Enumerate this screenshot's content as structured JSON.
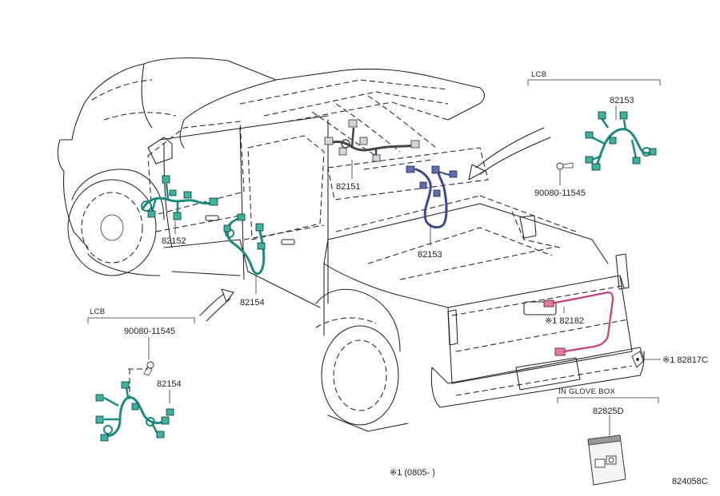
{
  "colors": {
    "teal": "#1e8a7a",
    "teal_light": "#3bb39d",
    "navy": "#3a4a8a",
    "magenta": "#c8407a",
    "line": "#222222"
  },
  "parts": {
    "p82151": "82151",
    "p82152": "82152",
    "p82153_main": "82153",
    "p82153_inset": "82153",
    "p82154_main": "82154",
    "p82154_inset": "82154",
    "bolt_top": "90080-11545",
    "bolt_left": "90080-11545",
    "p82182": "※1 82182",
    "p82817c": "※1 82817C",
    "p82825d": "82825D"
  },
  "insets": {
    "lcb_top": "LCB",
    "lcb_left": "LCB",
    "glove_box": "IN GLOVE BOX"
  },
  "footnote": "※1 (0805-        )",
  "diagram_id": "824058C"
}
